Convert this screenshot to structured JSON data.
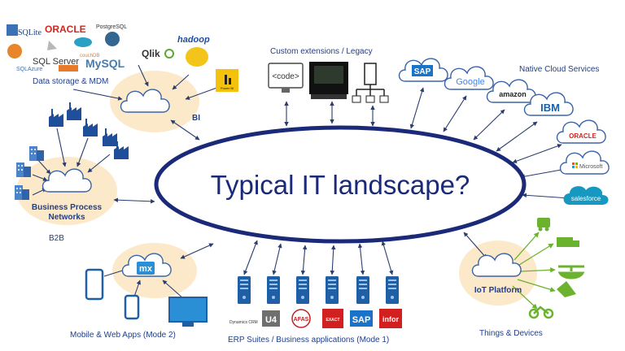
{
  "center": {
    "title": "Typical IT landscape?"
  },
  "groups": {
    "data_storage": {
      "label": "Data storage & MDM",
      "logos": [
        "SQLite",
        "ORACLE",
        "PostgreSQL",
        "SQL Server",
        "SQLAzure",
        "MySQL"
      ]
    },
    "bi": {
      "label": "BI",
      "logos": [
        "Qlik",
        "hadoop",
        "Power BI"
      ]
    },
    "custom": {
      "label": "Custom extensions / Legacy",
      "code_text": "<code>"
    },
    "cloud": {
      "label": "Native Cloud Services",
      "logos": [
        "SAP",
        "Google",
        "amazon",
        "IBM",
        "ORACLE",
        "Microsoft",
        "salesforce"
      ]
    },
    "bpn": {
      "label_line1": "Business Process",
      "label_line2": "Networks"
    },
    "b2b": {
      "label": "B2B"
    },
    "mobile": {
      "label": "Mobile & Web Apps (Mode 2)",
      "cloud_logo": "mx"
    },
    "erp": {
      "label": "ERP Suites / Business applications (Mode 1)",
      "logos": [
        "Dynamics CRM",
        "U4",
        "AFAS",
        "EXACT",
        "SAP",
        "infor"
      ]
    },
    "iot": {
      "label": "IoT Platform",
      "devices_label": "Things & Devices"
    }
  },
  "colors": {
    "navy": "#1a2a78",
    "label_blue": "#1f3e8c",
    "halo": "#fbe2b8",
    "cloud_stroke": "#3a63a8",
    "arrow": "#2b3d6e",
    "green": "#6bb32e",
    "server": "#1f5fa6"
  }
}
